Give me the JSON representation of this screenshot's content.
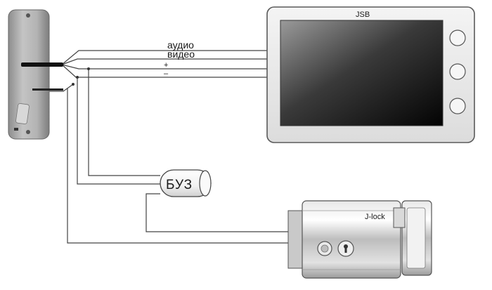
{
  "monitor": {
    "brand": "JSB"
  },
  "wires": {
    "audio": "аудио",
    "video": "видео",
    "plus": "+",
    "minus": "–"
  },
  "power_block": {
    "label": "БУЗ"
  },
  "lock": {
    "brand": "J-lock"
  },
  "colors": {
    "outline": "#555555",
    "wire": "#444444",
    "panel_body": "#b8b8b8",
    "screen_light": "#8f8f8f",
    "screen_dark": "#050505"
  }
}
